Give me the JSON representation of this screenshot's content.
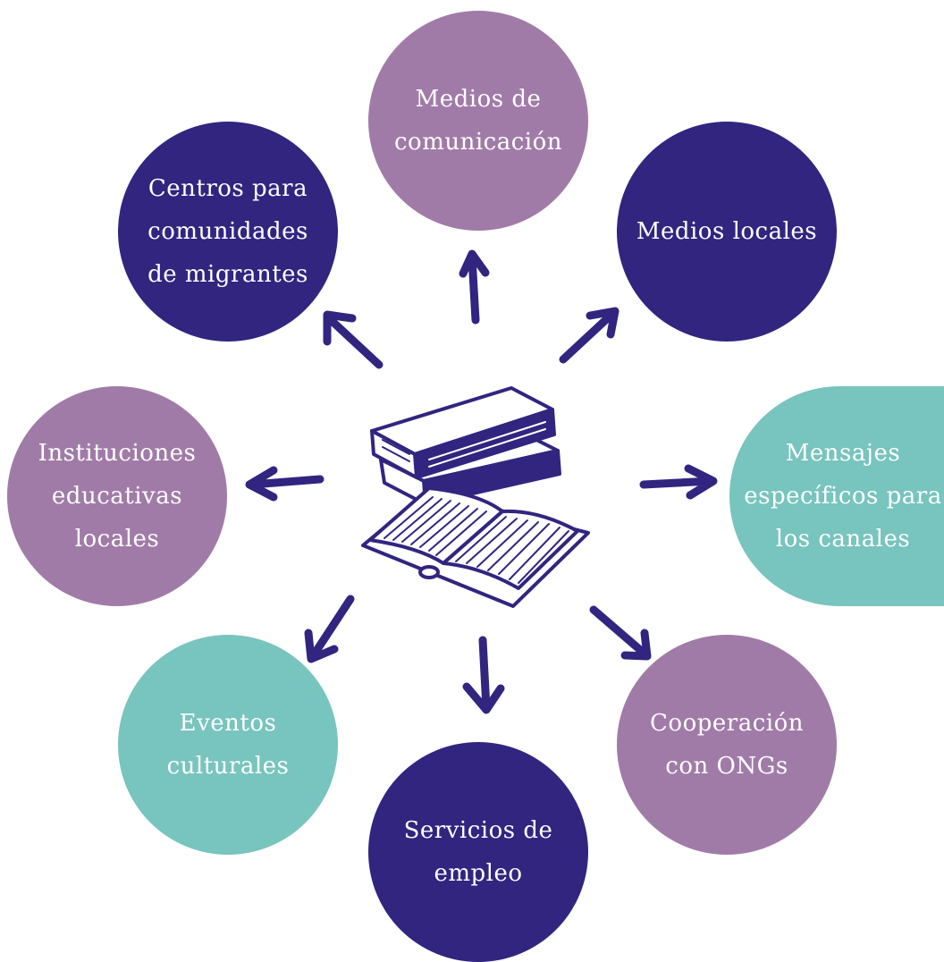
{
  "nodes": [
    {
      "id": "medios-comunicacion",
      "label": "Medios de\ncomunicación",
      "color": "#a17ba8"
    },
    {
      "id": "medios-locales",
      "label": "Medios locales",
      "color": "#312580"
    },
    {
      "id": "mensajes-especificos",
      "label": "Mensajes\nespecíficos para\nlos canales",
      "color": "#78c4be"
    },
    {
      "id": "cooperacion-ongs",
      "label": "Cooperación\ncon ONGs",
      "color": "#a17ba8"
    },
    {
      "id": "servicios-empleo",
      "label": "Servicios de\nempleo",
      "color": "#312580"
    },
    {
      "id": "eventos-culturales",
      "label": "Eventos\nculturales",
      "color": "#78c4be"
    },
    {
      "id": "instituciones-educativas",
      "label": "Instituciones\neducativas\nlocales",
      "color": "#a17ba8"
    },
    {
      "id": "centros-migrantes",
      "label": "Centros para\ncomunidades\nde migrantes",
      "color": "#312580"
    }
  ],
  "center_icon": "books-icon",
  "arrow_color": "#312580"
}
